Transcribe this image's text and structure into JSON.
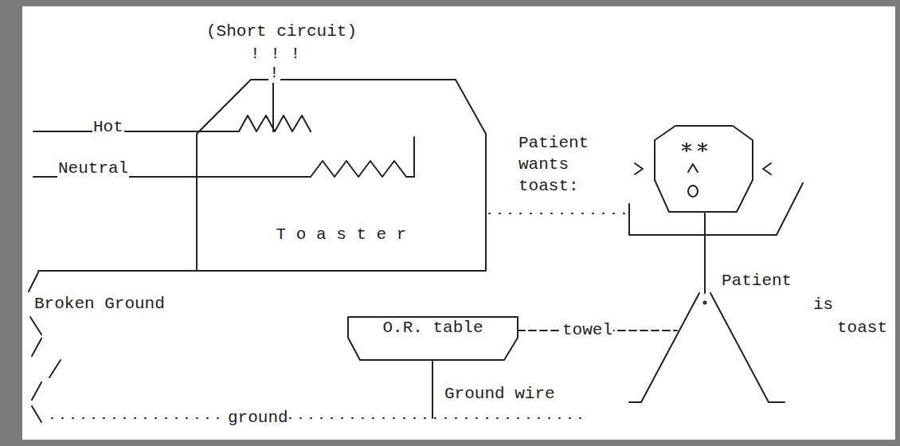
{
  "diagram": {
    "nodes": [
      {
        "text": [
          "T o a s t e r"
        ]
      },
      {
        "text": [
          "O.R. table"
        ]
      }
    ],
    "labels": [
      "(Short circuit)",
      "! ! !",
      "!",
      "Hot",
      "Neutral",
      "Patient wants toast:",
      "Broken Ground",
      "towel",
      "Ground wire",
      "ground",
      "Patient",
      "is",
      "toast"
    ]
  }
}
